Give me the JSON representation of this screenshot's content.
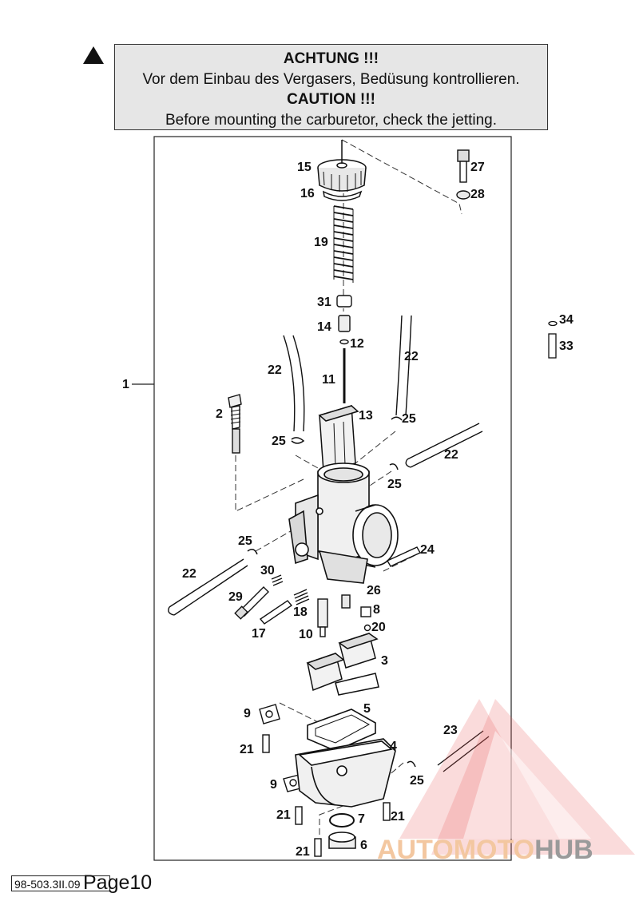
{
  "caution": {
    "line1": "ACHTUNG !!!",
    "line2": "Vor dem Einbau des Vergasers, Bedüsung kontrollieren.",
    "line3": "CAUTION !!!",
    "line4": "Before mounting the carburetor, check the jetting."
  },
  "labels": {
    "p1": "1",
    "p2": "2",
    "p3": "3",
    "p4": "4",
    "p5": "5",
    "p6": "6",
    "p7": "7",
    "p8": "8",
    "p9": "9",
    "p10": "10",
    "p11": "11",
    "p12": "12",
    "p13": "13",
    "p14": "14",
    "p15": "15",
    "p16": "16",
    "p17": "17",
    "p18": "18",
    "p19": "19",
    "p20": "20",
    "p21": "21",
    "p22": "22",
    "p23": "23",
    "p24": "24",
    "p25": "25",
    "p26": "26",
    "p27": "27",
    "p28": "28",
    "p29": "29",
    "p30": "30",
    "p31": "31",
    "p33": "33",
    "p34": "34"
  },
  "footer": {
    "doc_code": "98-503.3II.09",
    "page": "Page10"
  },
  "watermark": {
    "part1": "AUTOMOTO",
    "part2": "HUB",
    "color_accent": "#f3c7a0",
    "color_gray": "#9a9a9a"
  }
}
